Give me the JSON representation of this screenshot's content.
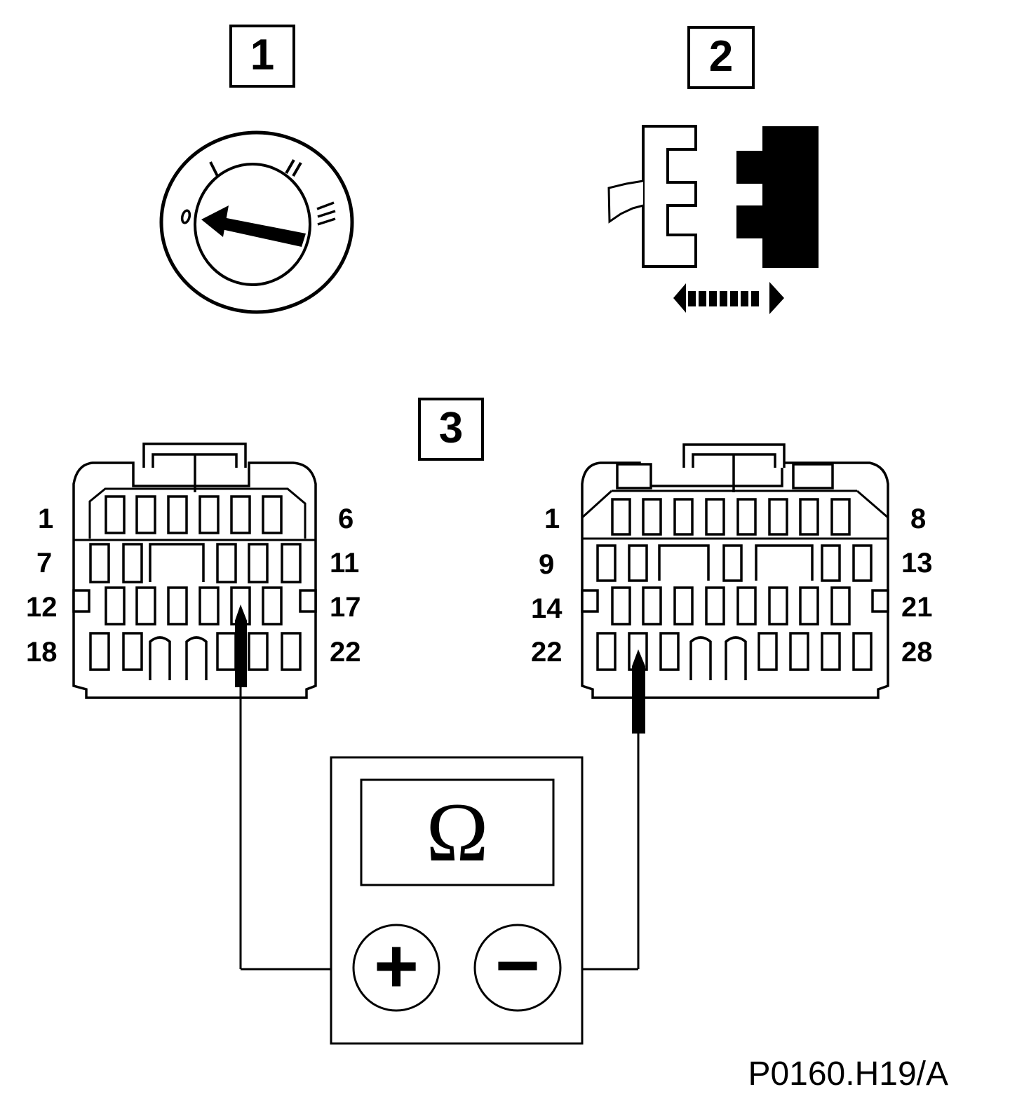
{
  "steps": [
    {
      "number": "1",
      "icon": "ignition-switch-icon"
    },
    {
      "number": "2",
      "icon": "connector-disconnect-icon"
    },
    {
      "number": "3",
      "icon": "resistance-measurement"
    }
  ],
  "ignition": {
    "positions": [
      "0",
      "I",
      "II",
      "III"
    ],
    "selected": "0"
  },
  "connector_left": {
    "rows": [
      {
        "first": "1",
        "last": "6"
      },
      {
        "first": "7",
        "last": "11"
      },
      {
        "first": "12",
        "last": "17"
      },
      {
        "first": "18",
        "last": "22"
      }
    ]
  },
  "connector_right": {
    "rows": [
      {
        "first": "1",
        "last": "8"
      },
      {
        "first": "9",
        "last": "13"
      },
      {
        "first": "14",
        "last": "21"
      },
      {
        "first": "22",
        "last": "28"
      }
    ]
  },
  "meter": {
    "display": "Ω",
    "positive_terminal": "+",
    "negative_terminal": "−",
    "icon": "ohmmeter-icon"
  },
  "reference": "P0160.H19/A",
  "colors": {
    "ink": "#000000",
    "paper": "#ffffff"
  }
}
